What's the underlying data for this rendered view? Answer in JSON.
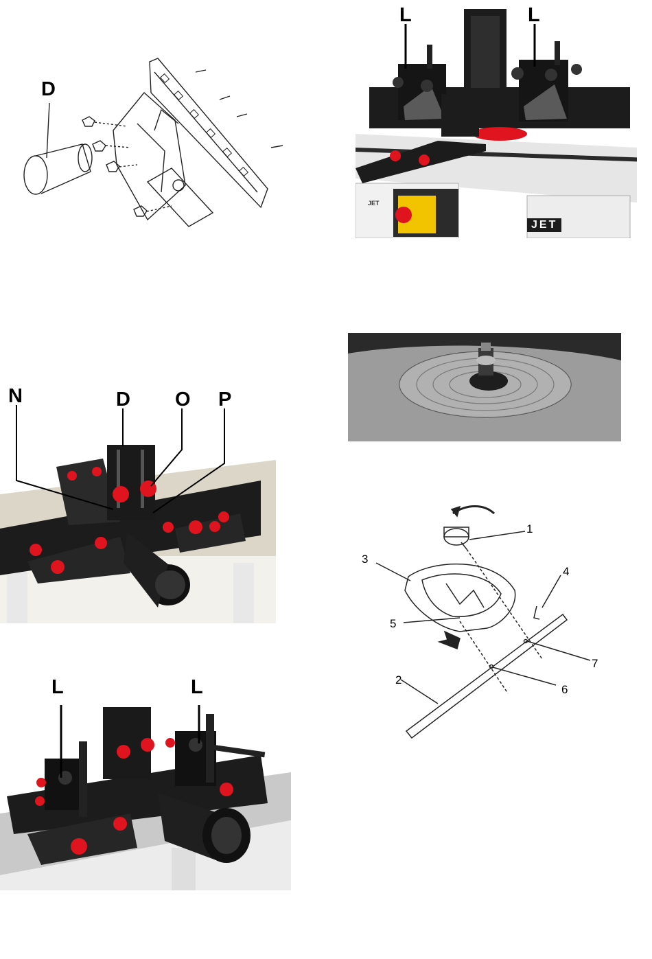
{
  "figures": {
    "fence_exploded": {
      "label_d": "D"
    },
    "fence_installed_top": {
      "label_l_left": "L",
      "label_l_right": "L",
      "brand": "JET",
      "plate_brand": "JET"
    },
    "fence_assembly_callouts": {
      "label_n": "N",
      "label_d": "D",
      "label_o": "O",
      "label_p": "P"
    },
    "insert_ring_photo": {},
    "fence_installed_bottom": {
      "label_l_left": "L",
      "label_l_right": "L"
    },
    "guard_diagram": {
      "callouts": [
        "1",
        "2",
        "3",
        "4",
        "5",
        "6",
        "7"
      ]
    }
  },
  "colors": {
    "knob_red": "#e0141e",
    "fence_black": "#1c1c1c",
    "table_grey": "#cfcfcf",
    "switch_yellow": "#f2c400"
  }
}
